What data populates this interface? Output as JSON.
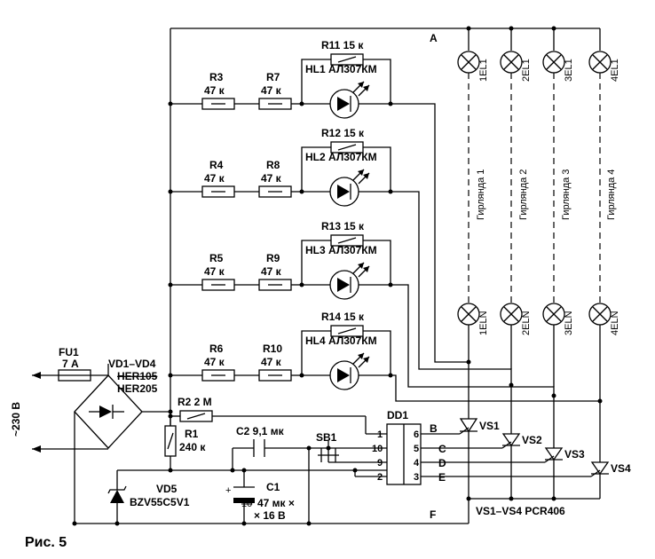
{
  "figure": {
    "caption": "Рис. 5"
  },
  "components": {
    "fu1": {
      "ref": "FU1",
      "value": "7 А"
    },
    "vd1_vd4": {
      "ref": "VD1–VD4",
      "value_struck": "HER105",
      "value": "HER205"
    },
    "r1": {
      "ref": "R1",
      "value": "240 к"
    },
    "r2": {
      "ref": "R2 2 М"
    },
    "c2": {
      "ref": "C2 9,1 мк"
    },
    "c1": {
      "ref": "C1",
      "value_struck": "10",
      "value": "47 мк ×",
      "value2": "× 16 В"
    },
    "vd5": {
      "ref": "VD5",
      "value": "BZV55C5V1"
    },
    "sb1": {
      "ref": "SB1"
    },
    "dd1": {
      "ref": "DD1",
      "pins_left": [
        "1",
        "10",
        "9",
        "2"
      ],
      "pins_right": [
        "6",
        "5",
        "4",
        "3"
      ]
    },
    "mains": {
      "label": "~230 В"
    },
    "r3": {
      "ref": "R3",
      "value": "47 к"
    },
    "r4": {
      "ref": "R4",
      "value": "47 к"
    },
    "r5": {
      "ref": "R5",
      "value": "47 к"
    },
    "r6": {
      "ref": "R6",
      "value": "47 к"
    },
    "r7": {
      "ref": "R7",
      "value": "47 к"
    },
    "r8": {
      "ref": "R8",
      "value": "47 к"
    },
    "r9": {
      "ref": "R9",
      "value": "47 к"
    },
    "r10": {
      "ref": "R10",
      "value": "47 к"
    },
    "r11": {
      "ref": "R11 15 к"
    },
    "r12": {
      "ref": "R12 15 к"
    },
    "r13": {
      "ref": "R13 15 к"
    },
    "r14": {
      "ref": "R14 15 к"
    },
    "hl1": {
      "ref": "HL1 АЛ307КМ"
    },
    "hl2": {
      "ref": "HL2 АЛ307КМ"
    },
    "hl3": {
      "ref": "HL3 АЛ307КМ"
    },
    "hl4": {
      "ref": "HL4 АЛ307КМ"
    },
    "vs1": {
      "ref": "VS1"
    },
    "vs2": {
      "ref": "VS2"
    },
    "vs3": {
      "ref": "VS3"
    },
    "vs4": {
      "ref": "VS4"
    },
    "vs_note": {
      "text": "VS1–VS4 PCR406"
    }
  },
  "lamps_top": [
    "1EL1",
    "2EL1",
    "3EL1",
    "4EL1"
  ],
  "lamps_bottom": [
    "1ELN",
    "2ELN",
    "3ELN",
    "4ELN"
  ],
  "garlands": [
    "Гирлянда 1",
    "Гирлянда 2",
    "Гирлянда 3",
    "Гирлянда 4"
  ],
  "nodes": {
    "a": "A",
    "b": "B",
    "c": "C",
    "d": "D",
    "e": "E",
    "f": "F"
  }
}
